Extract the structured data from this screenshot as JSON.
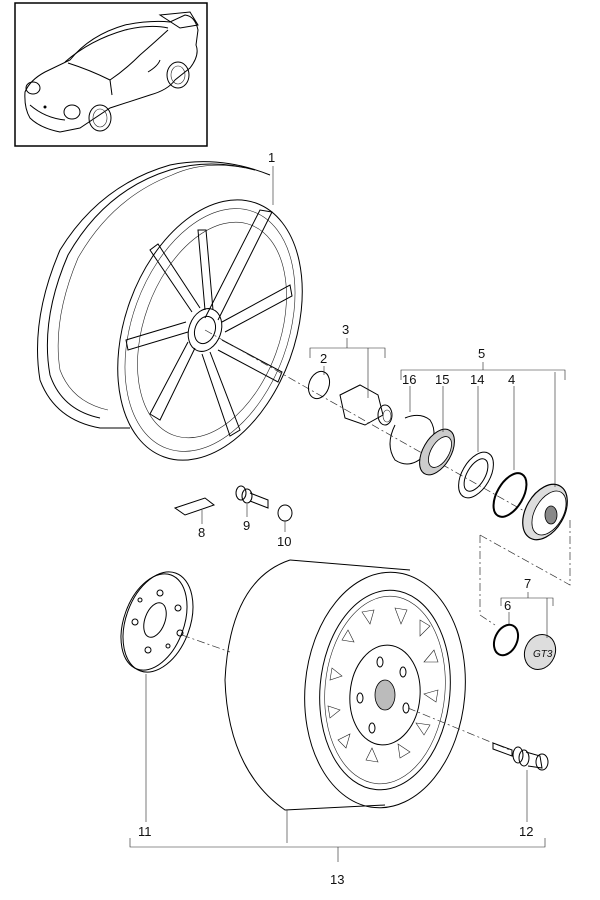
{
  "diagram": {
    "title": "Wheel assembly exploded parts diagram",
    "thumbnail": "car-overview-thumbnail",
    "callouts": [
      {
        "id": "1",
        "label": "1",
        "part": "wheel-rim"
      },
      {
        "id": "2",
        "label": "2",
        "part": "o-ring"
      },
      {
        "id": "3",
        "label": "3",
        "part": "wheel-hub-nut-assembly"
      },
      {
        "id": "4",
        "label": "4",
        "part": "o-ring"
      },
      {
        "id": "5",
        "label": "5",
        "part": "center-lock-nut-assembly"
      },
      {
        "id": "6",
        "label": "6",
        "part": "o-ring"
      },
      {
        "id": "7",
        "label": "7",
        "part": "hub-cap-assembly"
      },
      {
        "id": "8",
        "label": "8",
        "part": "balance-weight"
      },
      {
        "id": "9",
        "label": "9",
        "part": "valve"
      },
      {
        "id": "10",
        "label": "10",
        "part": "valve-cap"
      },
      {
        "id": "11",
        "label": "11",
        "part": "wheel-spacer"
      },
      {
        "id": "12",
        "label": "12",
        "part": "wheel-bolt"
      },
      {
        "id": "13",
        "label": "13",
        "part": "spare-wheel-set"
      },
      {
        "id": "14",
        "label": "14",
        "part": "washer"
      },
      {
        "id": "15",
        "label": "15",
        "part": "bearing-plate"
      },
      {
        "id": "16",
        "label": "16",
        "part": "circlip"
      }
    ],
    "hubcap_text": "GT3"
  }
}
